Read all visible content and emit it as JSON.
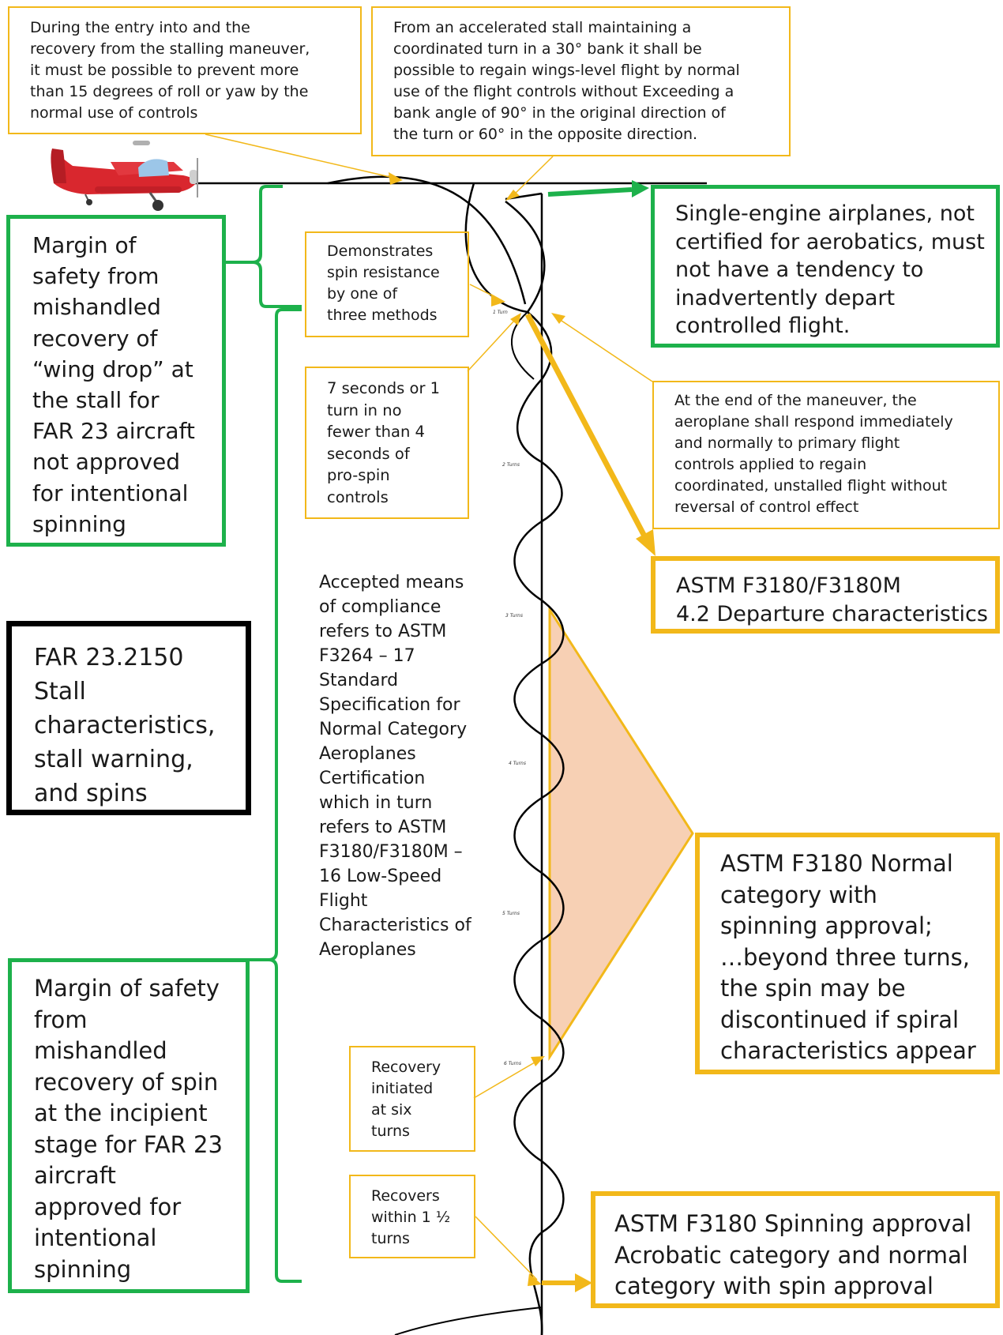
{
  "notes": {
    "roll_yaw": "During the entry into and the\nrecovery from the stalling maneuver,\nit must be possible to prevent more\nthan 15 degrees of roll or yaw by the\nnormal use of controls",
    "accelerated_stall": "From an accelerated stall maintaining a\ncoordinated turn in a 30° bank it shall be\npossible to regain wings-level flight by normal\nuse of the flight controls without Exceeding a\nbank angle of 90° in the original direction of\nthe turn or 60° in the opposite direction.",
    "spin_resistance": "Demonstrates\nspin resistance\nby one of\nthree methods",
    "seven_seconds": "7 seconds or 1\nturn in no\nfewer than 4\nseconds of\npro-spin\ncontrols",
    "end_of_maneuver": "At the end of the maneuver, the\naeroplane shall respond immediately\nand normally to primary flight\ncontrols applied to regain\ncoordinated, unstalled flight without\nreversal of control effect",
    "recovery_initiated": "Recovery\ninitiated\nat six\nturns",
    "recovers_within": "Recovers\nwithin 1 ½\nturns"
  },
  "boxes": {
    "single_engine": "Single-engine airplanes, not\ncertified for aerobatics, must\nnot have a tendency to\ninadvertently depart\ncontrolled flight.",
    "margin_wing_drop": "Margin of\nsafety from\nmishandled\nrecovery of\n“wing drop” at\nthe stall for\nFAR 23 aircraft\nnot approved\nfor intentional\nspinning",
    "far_23_2150": "FAR 23.2150\nStall\ncharacteristics,\nstall warning,\nand spins",
    "astm_departure": "ASTM F3180/F3180M\n4.2 Departure characteristics",
    "astm_normal_spin": "ASTM F3180 Normal\ncategory with\nspinning approval;\n…beyond three turns,\nthe spin may be\ndiscontinued if spiral\ncharacteristics appear",
    "margin_spin": "Margin of safety\nfrom\nmishandled\nrecovery of spin\nat the incipient\nstage for FAR 23\naircraft\napproved for\nintentional\nspinning",
    "astm_spinning_approval": "ASTM F3180 Spinning approval\nAcrobatic category and normal\ncategory with spin approval"
  },
  "compliance_text": "Accepted means\nof compliance\nrefers to ASTM\nF3264 – 17\nStandard\nSpecification for\nNormal Category\nAeroplanes\nCertification\nwhich in turn\nrefers to ASTM\nF3180/F3180M –\n16 Low-Speed\nFlight\nCharacteristics of\nAeroplanes",
  "turn_labels": [
    "1 Turn",
    "2 Turns",
    "3 Turns",
    "4 Turns",
    "5 Turns",
    "6 Turns"
  ],
  "colors": {
    "yellow": "#f2b81a",
    "green": "#1db14b",
    "black": "#000000",
    "fill": "#f7d0b4",
    "airplane_red": "#d9272e"
  }
}
